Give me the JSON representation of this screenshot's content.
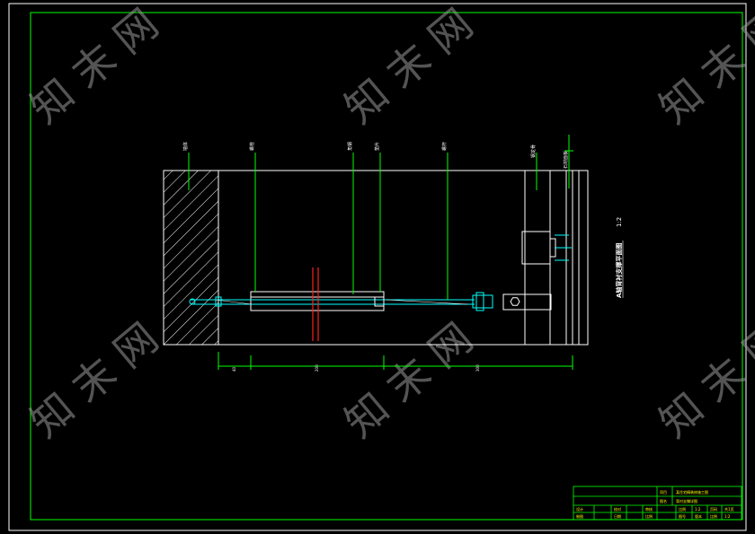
{
  "drawing": {
    "title_text": "A轴背衬支撑平面图",
    "scale_text": "1:2",
    "leader_labels": [
      "墙体",
      "螺栓",
      "角钢",
      "垫片",
      "螺杆",
      "钢龙骨",
      "石材面板"
    ],
    "dimension_labels": [
      "40",
      "200",
      "300"
    ]
  },
  "watermark": {
    "text": "知 末 网"
  },
  "title_block": {
    "project_label": "项目",
    "project_value": "某住宅精装修施工图",
    "drawing_label": "图名",
    "drawing_value": "背衬支撑详图",
    "rows": [
      [
        "设计",
        "",
        "校对",
        "",
        "审核",
        ""
      ],
      [
        "制图",
        "",
        "日期",
        "",
        "比例",
        "1:2"
      ],
      [
        "图号",
        "",
        "版本",
        "",
        "张数",
        ""
      ]
    ],
    "right_cells": [
      "比例",
      "1:2",
      "页码",
      "共1页"
    ]
  },
  "colors": {
    "background": "#000000",
    "border": "#ffffff",
    "frame": "#00ff00",
    "detail": "#ffffff",
    "accent_cyan": "#00ffff",
    "accent_red": "#ff2020",
    "title_text": "#ffffff",
    "block_text": "#ffff00"
  }
}
